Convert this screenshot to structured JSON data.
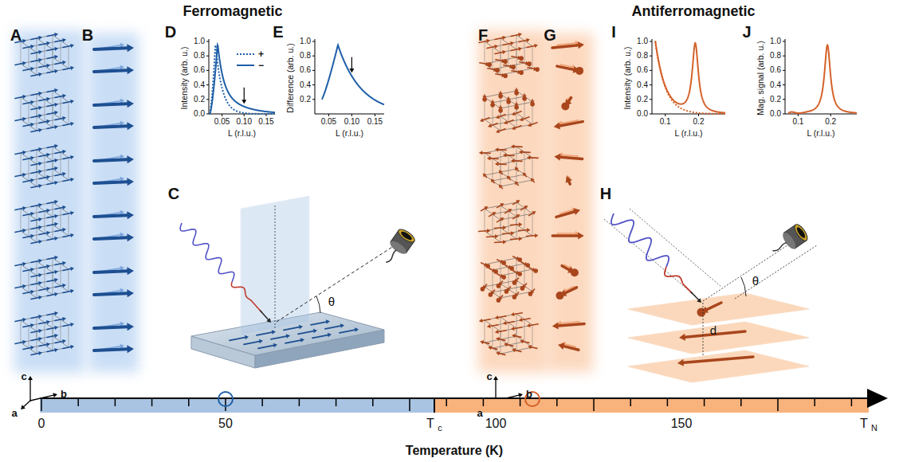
{
  "diagram": {
    "labels": [
      "Ferromagnetic",
      "Antiferromagnetic",
      "A",
      "B",
      "D",
      "E",
      "C",
      "F",
      "G",
      "I",
      "J",
      "H",
      "c",
      "b",
      "a",
      "c",
      "b",
      "a",
      "Intensity (arb. u.)",
      "0.0",
      "0.2",
      "0.4",
      "0.6",
      "0.8",
      "1.0",
      "0.05",
      "0.10",
      "0.15",
      "L (r.l.u.)",
      "Difference (arb. u.)",
      "0.2",
      "0.4",
      "0.6",
      "0.8",
      "1.0",
      "0.05",
      "0.10",
      "0.15",
      "L (r.l.u.)",
      "Intensity (arb. u.)",
      "0.0",
      "0.2",
      "0.4",
      "0.6",
      "0.8",
      "1.0",
      "0.1",
      "0.2",
      "L (r.l.u.)",
      "Mag. signal (arb. u.)",
      "0.0",
      "0.2",
      "0.4",
      "0.6",
      "0.8",
      "1.0",
      "0.1",
      "0.2",
      "L (r.l.u.)",
      "θ",
      "θ",
      "d",
      "0",
      "50",
      "T",
      "c",
      "100",
      "150",
      "T",
      "N",
      "Temperature (K)"
    ],
    "legend": [
      {
        "text": "+"
      },
      {
        "text": "−"
      }
    ]
  }
}
